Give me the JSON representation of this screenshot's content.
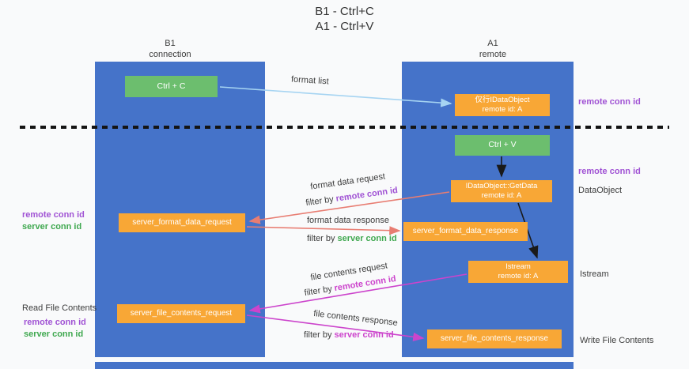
{
  "title": {
    "line1": "B1 - Ctrl+C",
    "line2": "A1 - Ctrl+V"
  },
  "columns": {
    "left": {
      "name": "B1",
      "subtitle": "connection"
    },
    "right": {
      "name": "A1",
      "subtitle": "remote"
    }
  },
  "boxes": {
    "ctrl_c": "Ctrl + C",
    "ctrl_v": "Ctrl + V",
    "dataobject_store": {
      "line1": "仅行IDataObject",
      "line2": "remote id: A"
    },
    "getdata": {
      "line1": "IDataObject::GetData",
      "line2": "remote id: A"
    },
    "istream": {
      "line1": "Istream",
      "line2": "remote id: A"
    },
    "format_request": "server_format_data_request",
    "format_response": "server_format_data_response",
    "file_request": "server_file_contents_request",
    "file_response": "server_file_contents_response"
  },
  "arrows": {
    "format_list": "format list",
    "format_data_request": "format data request",
    "format_data_response": "format data response",
    "file_contents_request": "file contents request",
    "file_contents_response": "file contents response",
    "filter_by": "filter by"
  },
  "labels": {
    "remote_conn_id": "remote conn id",
    "server_conn_id": "server conn id",
    "dataobject": "DataObject",
    "istream": "Istream",
    "read_file_contents": "Read File Contents",
    "write_file_contents": "Write File Contents"
  },
  "colors": {
    "column_blue": "#4573C9",
    "box_orange": "#F8A736",
    "box_green": "#6CBE6E",
    "arrow_light_blue": "#A6D4F2",
    "arrow_salmon": "#E87D72",
    "arrow_magenta": "#CC44CC",
    "arrow_black": "#1A1A1A",
    "label_purple": "#A052D4",
    "label_green": "#3FA84F",
    "background": "#F9FAFB"
  }
}
